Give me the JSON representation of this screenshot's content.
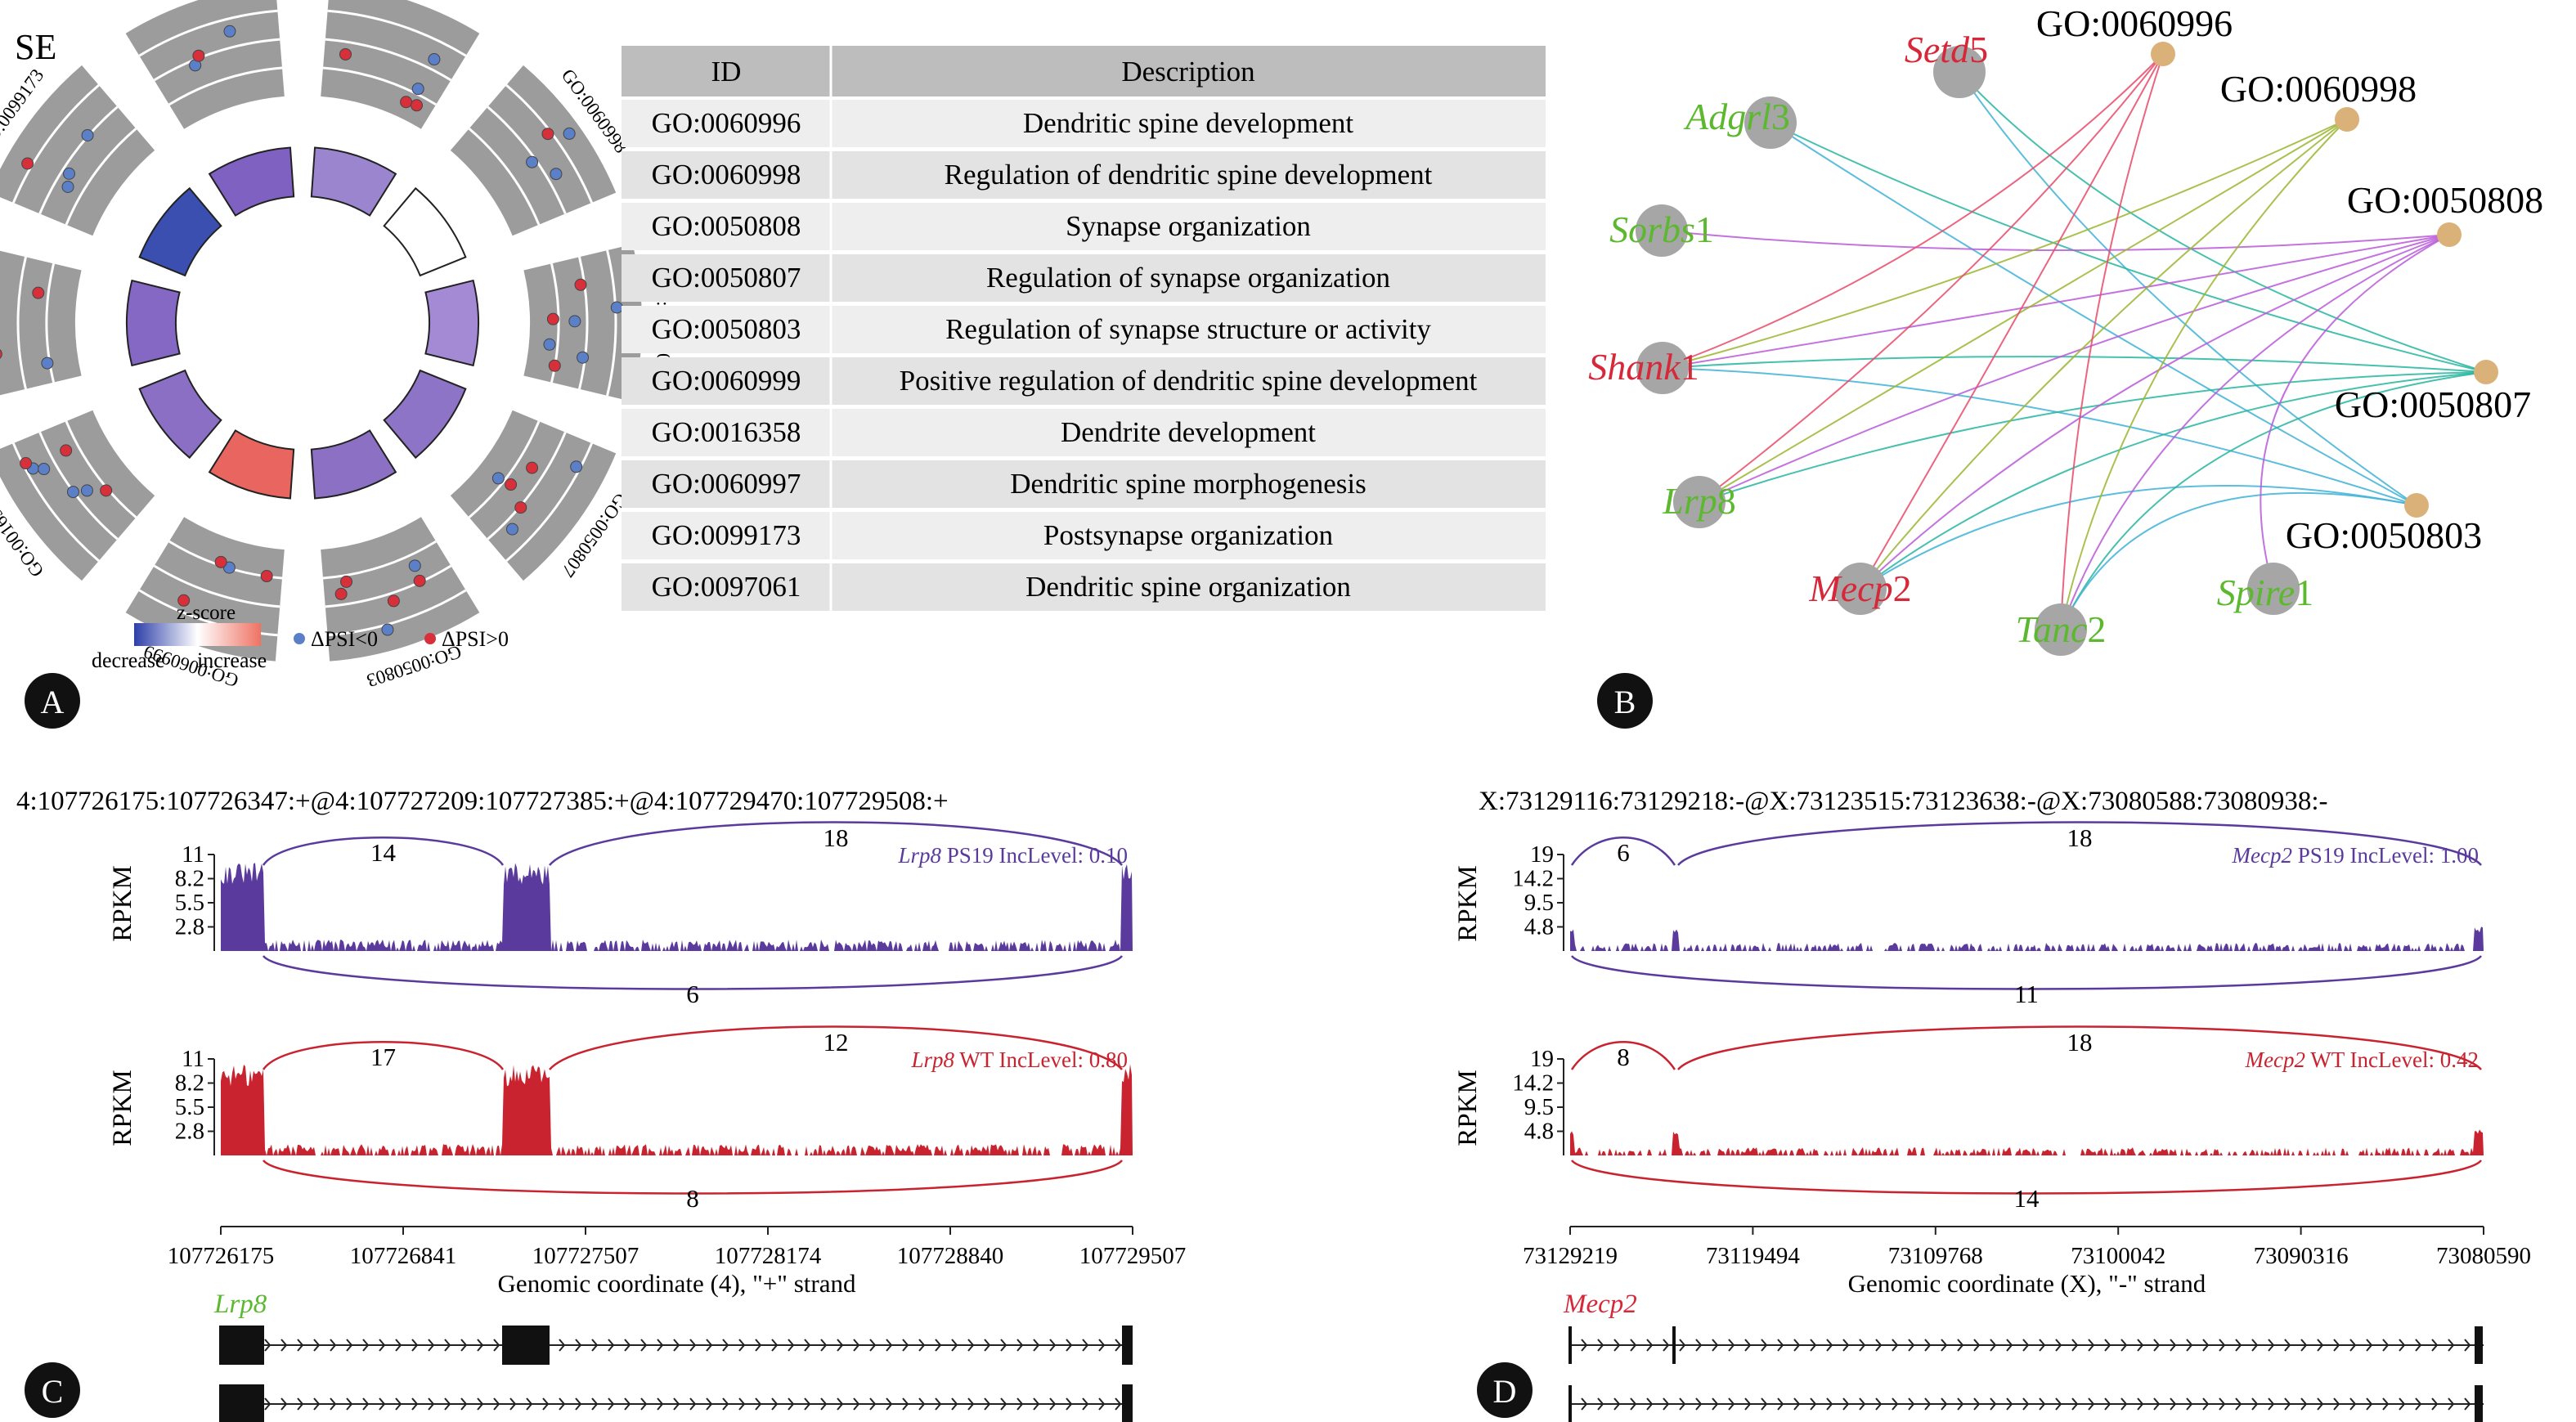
{
  "panels": {
    "A": {
      "letter": "A",
      "title": "SE"
    },
    "B": {
      "letter": "B"
    },
    "C": {
      "letter": "C"
    },
    "D": {
      "letter": "D"
    }
  },
  "legend_a": {
    "zscore_label": "z-score",
    "decrease_label": "decrease",
    "increase_label": "increase",
    "dpsi_neg_label": "ΔPSI<0",
    "dpsi_pos_label": "ΔPSI>0",
    "neg_color": "#5b80c8",
    "pos_color": "#d7303b"
  },
  "go_table": {
    "headers": [
      "ID",
      "Description"
    ],
    "rows": [
      [
        "GO:0060996",
        "Dendritic spine development"
      ],
      [
        "GO:0060998",
        "Regulation of dendritic spine development"
      ],
      [
        "GO:0050808",
        "Synapse organization"
      ],
      [
        "GO:0050807",
        "Regulation of synapse organization"
      ],
      [
        "GO:0050803",
        "Regulation of synapse structure or activity"
      ],
      [
        "GO:0060999",
        "Positive regulation of dendritic spine development"
      ],
      [
        "GO:0016358",
        "Dendrite development"
      ],
      [
        "GO:0060997",
        "Dendritic spine morphogenesis"
      ],
      [
        "GO:0099173",
        "Postsynapse organization"
      ],
      [
        "GO:0097061",
        "Dendritic spine organization"
      ]
    ]
  },
  "chart_data": [
    {
      "type": "other",
      "panel": "A",
      "kind": "GOCircle",
      "terms": [
        {
          "id": "GO:0060996",
          "zscore_color": "#9b85cf",
          "neg_points": 2,
          "pos_points": 3
        },
        {
          "id": "GO:0060998",
          "zscore_color": "#ffffff",
          "neg_points": 3,
          "pos_points": 1
        },
        {
          "id": "GO:0050808",
          "zscore_color": "#a48ad5",
          "neg_points": 4,
          "pos_points": 3
        },
        {
          "id": "GO:0050807",
          "zscore_color": "#8d74c6",
          "neg_points": 3,
          "pos_points": 3
        },
        {
          "id": "GO:0050803",
          "zscore_color": "#8b70c4",
          "neg_points": 2,
          "pos_points": 4
        },
        {
          "id": "GO:0060999",
          "zscore_color": "#e8665f",
          "neg_points": 1,
          "pos_points": 3
        },
        {
          "id": "GO:0016358",
          "zscore_color": "#8a6fc5",
          "neg_points": 4,
          "pos_points": 3
        },
        {
          "id": "GO:0060997",
          "zscore_color": "#8468c4",
          "neg_points": 2,
          "pos_points": 2
        },
        {
          "id": "GO:0099173",
          "zscore_color": "#3a4fb0",
          "neg_points": 3,
          "pos_points": 1
        },
        {
          "id": "GO:0097061",
          "zscore_color": "#7e61c0",
          "neg_points": 2,
          "pos_points": 1
        }
      ]
    },
    {
      "type": "other",
      "panel": "B",
      "kind": "network",
      "genes": [
        {
          "name": "Setd5",
          "color": "#d62839"
        },
        {
          "name": "Adgrl3",
          "color": "#5cb82e"
        },
        {
          "name": "Sorbs1",
          "color": "#5cb82e"
        },
        {
          "name": "Shank1",
          "color": "#d62839"
        },
        {
          "name": "Lrp8",
          "color": "#5cb82e"
        },
        {
          "name": "Mecp2",
          "color": "#d62839"
        },
        {
          "name": "Tanc2",
          "color": "#5cb82e"
        },
        {
          "name": "Spire1",
          "color": "#5cb82e"
        }
      ],
      "terms": [
        "GO:0060996",
        "GO:0060998",
        "GO:0050808",
        "GO:0050807",
        "GO:0050803"
      ],
      "term_colors": [
        "#e84a6a",
        "#9bb530",
        "#b85bd8",
        "#27b5a0",
        "#3fb1d6"
      ],
      "edges": [
        [
          "Setd5",
          "GO:0050807"
        ],
        [
          "Setd5",
          "GO:0050803"
        ],
        [
          "Adgrl3",
          "GO:0050807"
        ],
        [
          "Adgrl3",
          "GO:0050803"
        ],
        [
          "Sorbs1",
          "GO:0050808"
        ],
        [
          "Shank1",
          "GO:0060996"
        ],
        [
          "Shank1",
          "GO:0060998"
        ],
        [
          "Shank1",
          "GO:0050808"
        ],
        [
          "Shank1",
          "GO:0050807"
        ],
        [
          "Shank1",
          "GO:0050803"
        ],
        [
          "Lrp8",
          "GO:0060996"
        ],
        [
          "Lrp8",
          "GO:0060998"
        ],
        [
          "Lrp8",
          "GO:0050808"
        ],
        [
          "Lrp8",
          "GO:0050807"
        ],
        [
          "Mecp2",
          "GO:0060996"
        ],
        [
          "Mecp2",
          "GO:0060998"
        ],
        [
          "Mecp2",
          "GO:0050808"
        ],
        [
          "Mecp2",
          "GO:0050807"
        ],
        [
          "Mecp2",
          "GO:0050803"
        ],
        [
          "Tanc2",
          "GO:0060996"
        ],
        [
          "Tanc2",
          "GO:0060998"
        ],
        [
          "Tanc2",
          "GO:0050808"
        ],
        [
          "Tanc2",
          "GO:0050807"
        ],
        [
          "Tanc2",
          "GO:0050803"
        ],
        [
          "Spire1",
          "GO:0050808"
        ]
      ]
    },
    {
      "type": "area",
      "panel": "C",
      "kind": "sashimi",
      "event": "4:107726175:107726347:+@4:107727209:107727385:+@4:107729470:107729508:+",
      "gene": "Lrp8",
      "xlabel": "Genomic coordinate (4), \"+\" strand",
      "x_ticks": [
        "107726175",
        "107726841",
        "107727507",
        "107728174",
        "107728840",
        "107729507"
      ],
      "tracks": [
        {
          "label_gene": "Lrp8",
          "label_rest": " PS19 IncLevel: 0.10",
          "color": "#5a3a9c",
          "ylabel": "RPKM",
          "yticks": [
            "11",
            "8.2",
            "5.5",
            "2.8"
          ],
          "junctions": {
            "upstream": 14,
            "long": 18,
            "skip": 6
          }
        },
        {
          "label_gene": "Lrp8",
          "label_rest": " WT IncLevel: 0.80",
          "color": "#c8232f",
          "ylabel": "RPKM",
          "yticks": [
            "11",
            "8.2",
            "5.5",
            "2.8"
          ],
          "junctions": {
            "upstream": 17,
            "long": 12,
            "skip": 8
          }
        }
      ]
    },
    {
      "type": "area",
      "panel": "D",
      "kind": "sashimi",
      "event": "X:73129116:73129218:-@X:73123515:73123638:-@X:73080588:73080938:-",
      "gene": "Mecp2",
      "xlabel": "Genomic coordinate (X), \"-\" strand",
      "x_ticks": [
        "73129219",
        "73119494",
        "73109768",
        "73100042",
        "73090316",
        "73080590"
      ],
      "tracks": [
        {
          "label_gene": "Mecp2",
          "label_rest": " PS19 IncLevel: 1.00",
          "color": "#5a3a9c",
          "ylabel": "RPKM",
          "yticks": [
            "19",
            "14.2",
            "9.5",
            "4.8"
          ],
          "junctions": {
            "upstream": 6,
            "long": 18,
            "skip": 11
          }
        },
        {
          "label_gene": "Mecp2",
          "label_rest": " WT IncLevel: 0.42",
          "color": "#c8232f",
          "ylabel": "RPKM",
          "yticks": [
            "19",
            "14.2",
            "9.5",
            "4.8"
          ],
          "junctions": {
            "upstream": 8,
            "long": 18,
            "skip": 14
          }
        }
      ]
    }
  ]
}
